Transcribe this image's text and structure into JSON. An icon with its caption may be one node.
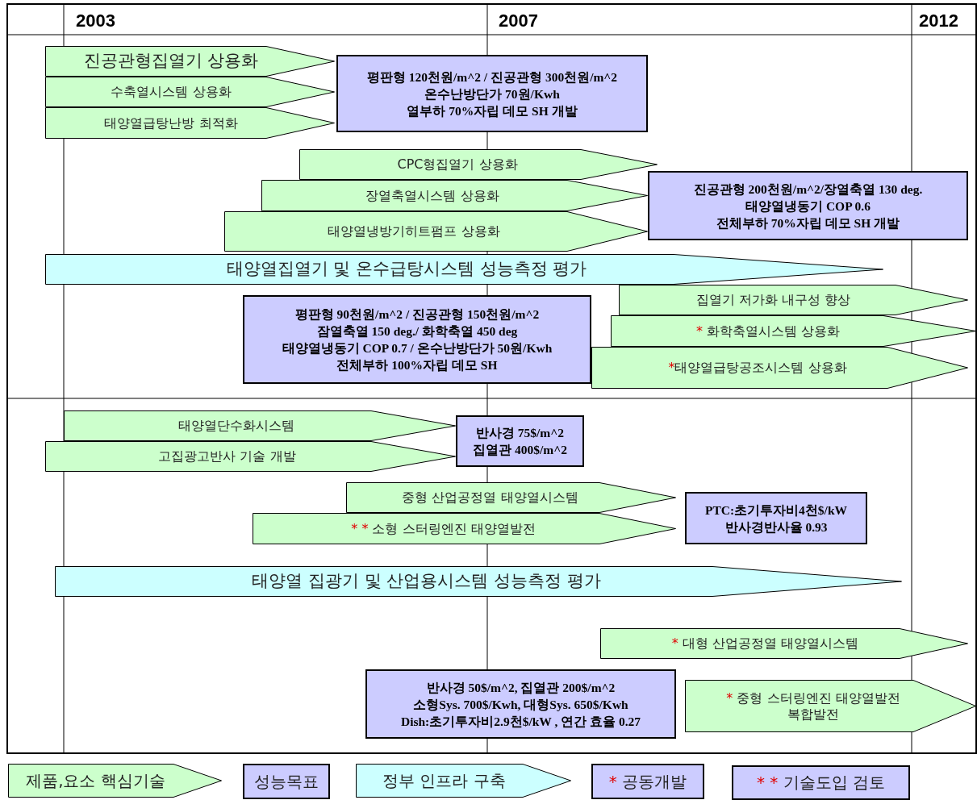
{
  "diagram": {
    "nodes": [
      {
        "text": [
          "진공관형집열기 상용화"
        ]
      },
      {
        "text": [
          "수축열시스템 상용화"
        ]
      },
      {
        "text": [
          "태양열급탕난방 최적화"
        ]
      },
      {
        "text": [
          "평판형 120천원/m^2 / 진공관형 300천원/m^2",
          "온수난방단가 70원/Kwh",
          "열부하 70%자립 데모 SH 개발"
        ]
      },
      {
        "text": [
          "CPC형집열기 상용화"
        ]
      },
      {
        "text": [
          "장열축열시스템 상용화"
        ]
      },
      {
        "text": [
          "태양열냉방기히트펌프 상용화"
        ]
      },
      {
        "text": [
          "진공관형 200천원/m^2/장열축열 130 deg.",
          "태양열냉동기 COP 0.6",
          "전체부하 70%자립  데모 SH 개발"
        ]
      },
      {
        "text": [
          "태양열집열기 및 온수급탕시스템 성능측정 평가"
        ]
      },
      {
        "text": [
          "평판형 90천원/m^2 / 진공관형 150천원/m^2",
          "잠열축열 150 deg./ 화학축열 450 deg",
          "태양열냉동기 COP 0.7  / 온수난방단가 50원/Kwh",
          "전체부하 100%자립  데모 SH"
        ]
      },
      {
        "text": [
          "집열기 저가화 내구성 향상"
        ]
      },
      {
        "text": [
          "* 화학축열시스템 상용화"
        ]
      },
      {
        "text": [
          "*태양열급탕공조시스템 상용화"
        ]
      },
      {
        "text": [
          "태양열단수화시스템"
        ]
      },
      {
        "text": [
          "고집광고반사 기술 개발"
        ]
      },
      {
        "text": [
          "반사경  75$/m^2",
          "집열관 400$/m^2"
        ]
      },
      {
        "text": [
          "중형 산업공정열 태양열시스템"
        ]
      },
      {
        "text": [
          "* * 소형 스터링엔진 태양열발전"
        ]
      },
      {
        "text": [
          "PTC:초기투자비4천$/kW",
          "반사경반사율 0.93"
        ]
      },
      {
        "text": [
          "태양열 집광기 및 산업용시스템 성능측정 평가"
        ]
      },
      {
        "text": [
          "* 대형 산업공정열 태양열시스템"
        ]
      },
      {
        "text": [
          "반사경  50$/m^2, 집열관 200$/m^2",
          "소형Sys.  700$/Kwh, 대형Sys.  650$/Kwh",
          "Dish:초기투자비2.9천$/kW ,  연간 효율 0.27"
        ]
      },
      {
        "text": [
          "* 중형 스터링엔진 태양열발전 복합발전"
        ]
      }
    ],
    "labels": [
      "2003",
      "2007",
      "2012"
    ],
    "legend": [
      {
        "text": "제품,요소 핵심기술",
        "color": "#ccffcc"
      },
      {
        "text": "성능목표",
        "color": "#ccccff"
      },
      {
        "text": "정부 인프라 구축",
        "color": "#ccffff"
      },
      {
        "text": "* 공동개발",
        "color": "#ccccff"
      },
      {
        "text": "* * 기술도입 검토",
        "color": "#ccccff"
      }
    ]
  }
}
